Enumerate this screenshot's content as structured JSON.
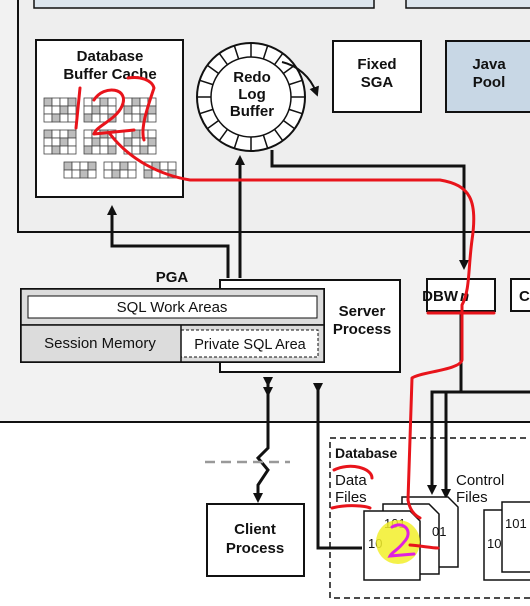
{
  "labels": {
    "db_buffer_cache_line1": "Database",
    "db_buffer_cache_line2": "Buffer Cache",
    "redo_line1": "Redo",
    "redo_line2": "Log",
    "redo_line3": "Buffer",
    "fixed_sga_line1": "Fixed",
    "fixed_sga_line2": "SGA",
    "java_pool_line1": "Java",
    "java_pool_line2": "Pool",
    "pga": "PGA",
    "sql_work_areas": "SQL Work Areas",
    "session_memory": "Session Memory",
    "private_sql_area": "Private SQL Area",
    "server_process_line1": "Server",
    "server_process_line2": "Process",
    "dbwn_prefix": "DBW",
    "dbwn_suffix": "n",
    "partial_box": "C",
    "client_process_line1": "Client",
    "client_process_line2": "Process",
    "database": "Database",
    "data_files_line1": "Data",
    "data_files_line2": "Files",
    "control_files_line1": "Control",
    "control_files_line2": "Files",
    "file_bits_1": "101",
    "file_bits_2": "01",
    "file_bits_3": "10",
    "file_bits_4": "101",
    "file_bits_5": "10"
  },
  "annotations": {
    "handwritten_1": "12",
    "handwritten_2": "2",
    "red_ink_color": "#e8141b",
    "magenta_ink_color": "#e020e0",
    "highlight_color": "#f2ee2a"
  },
  "colors": {
    "sga_region": "#eeeeee",
    "java_pool_fill": "#c8d7e5",
    "memory_row_fill": "#dcdcdc",
    "line": "#111111"
  }
}
